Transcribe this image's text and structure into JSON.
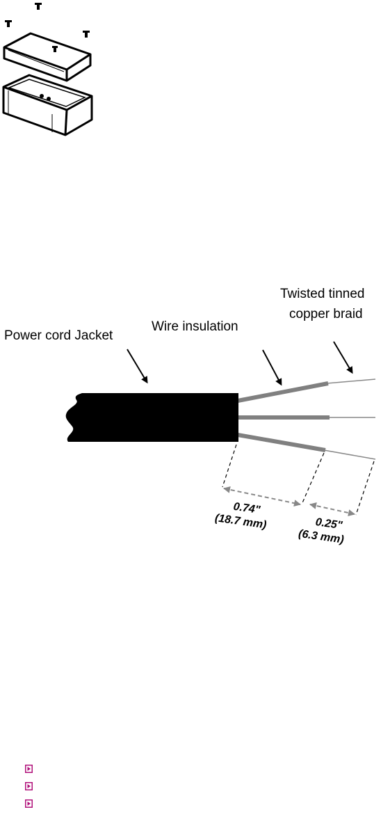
{
  "diagram": {
    "labels": {
      "power_cord_jacket": "Power cord Jacket",
      "wire_insulation": "Wire insulation",
      "braid_line1": "Twisted tinned",
      "braid_line2": "copper braid"
    },
    "dimensions": {
      "insulation_strip_in": "0.74\"",
      "insulation_strip_mm": "(18.7 mm)",
      "braid_strip_in": "0.25\"",
      "braid_strip_mm": "(6.3 mm)"
    }
  },
  "bullets": {
    "count": 3,
    "icon": "play-square-icon",
    "color": "#b0107a"
  },
  "colors": {
    "jacket": "#000000",
    "insulation": "#808080",
    "dimension_line": "#888888"
  }
}
